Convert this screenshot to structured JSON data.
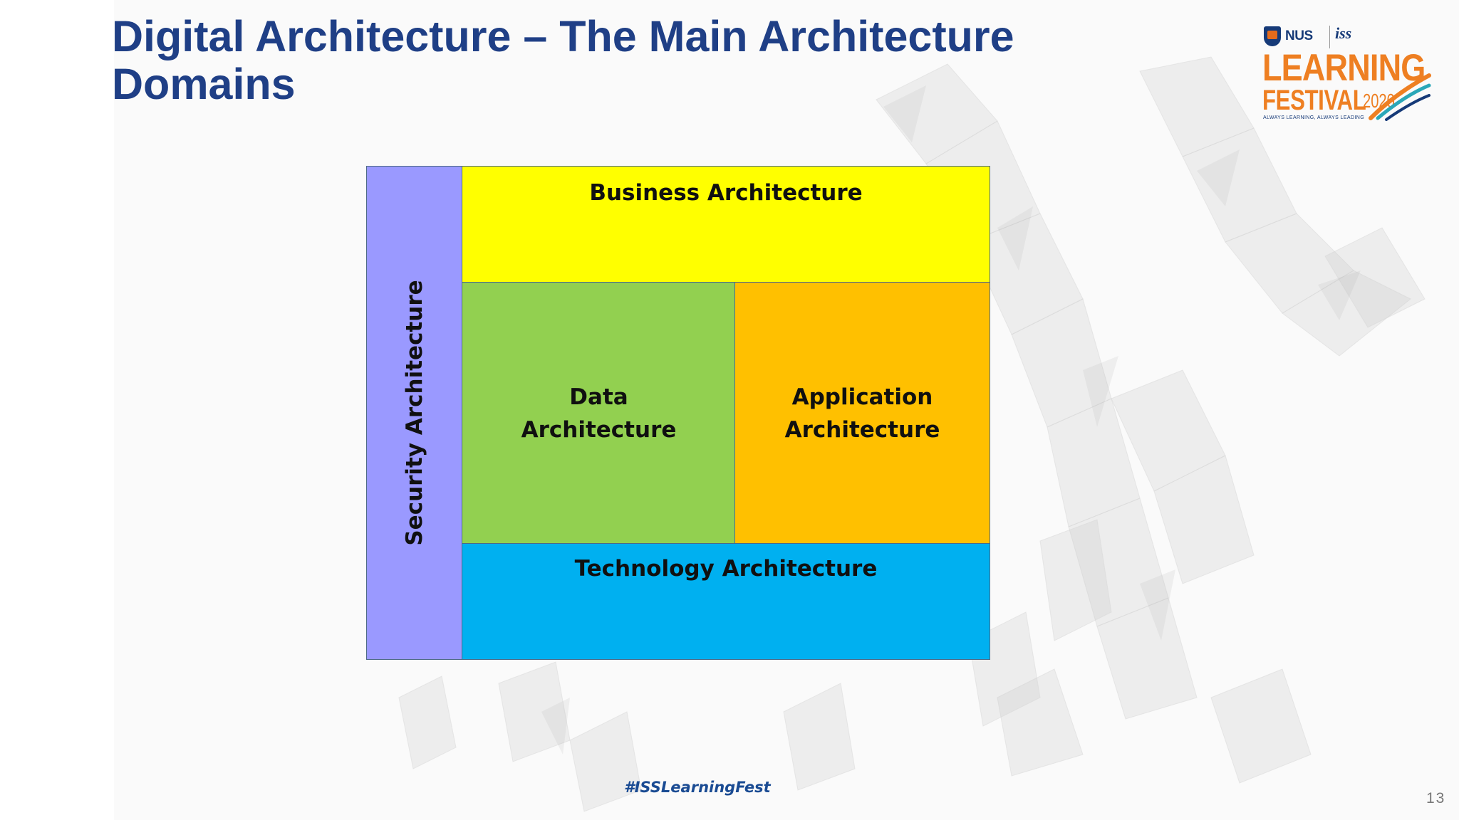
{
  "slide": {
    "title": "Digital Architecture – The Main Architecture Domains",
    "page_number": "13",
    "hashtag": "#ISSLearningFest"
  },
  "logo": {
    "nus": "NUS",
    "iss": "iss",
    "learning": "LEARNING",
    "festival": "FESTIVAL",
    "year": "2020",
    "tagline": "ALWAYS LEARNING, ALWAYS LEADING",
    "colors": {
      "orange": "#ee7f22",
      "navy": "#163a78",
      "teal": "#2aa7b8"
    }
  },
  "diagram": {
    "security": {
      "label": "Security Architecture",
      "color": "#9a99ff"
    },
    "business": {
      "label": "Business Architecture",
      "color": "#ffff00"
    },
    "data": {
      "label": "Data\nArchitecture",
      "color": "#92d050"
    },
    "application": {
      "label": "Application\nArchitecture",
      "color": "#ffc000"
    },
    "technology": {
      "label": "Technology Architecture",
      "color": "#00b0f0"
    }
  }
}
